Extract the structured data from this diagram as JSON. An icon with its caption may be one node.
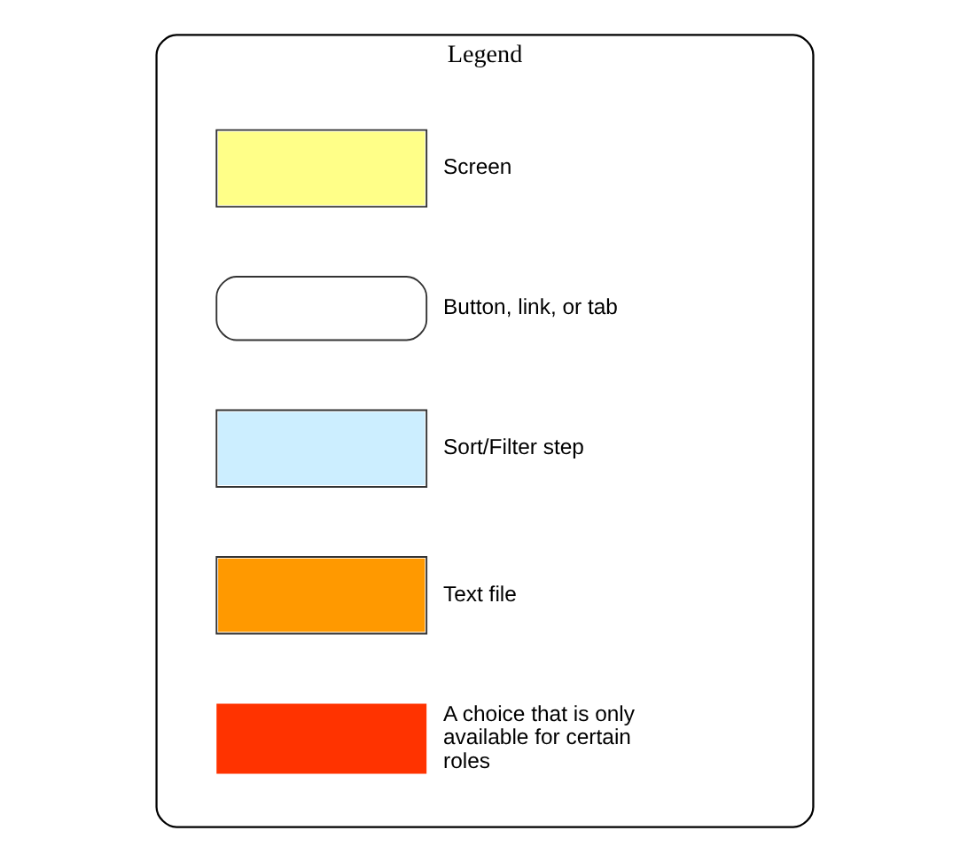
{
  "diagram": {
    "nodes": [
      {
        "text": [
          "Legend"
        ]
      }
    ],
    "legend": [
      {
        "text": "Screen",
        "color": "#ffff88"
      },
      {
        "text": "Button, link, or tab"
      },
      {
        "text": "Sort/Filter step",
        "color": "#cceeff"
      },
      {
        "text": "Text file",
        "color": "#ff9900"
      },
      {
        "text": "A choice that is only available for certain roles"
      }
    ]
  }
}
